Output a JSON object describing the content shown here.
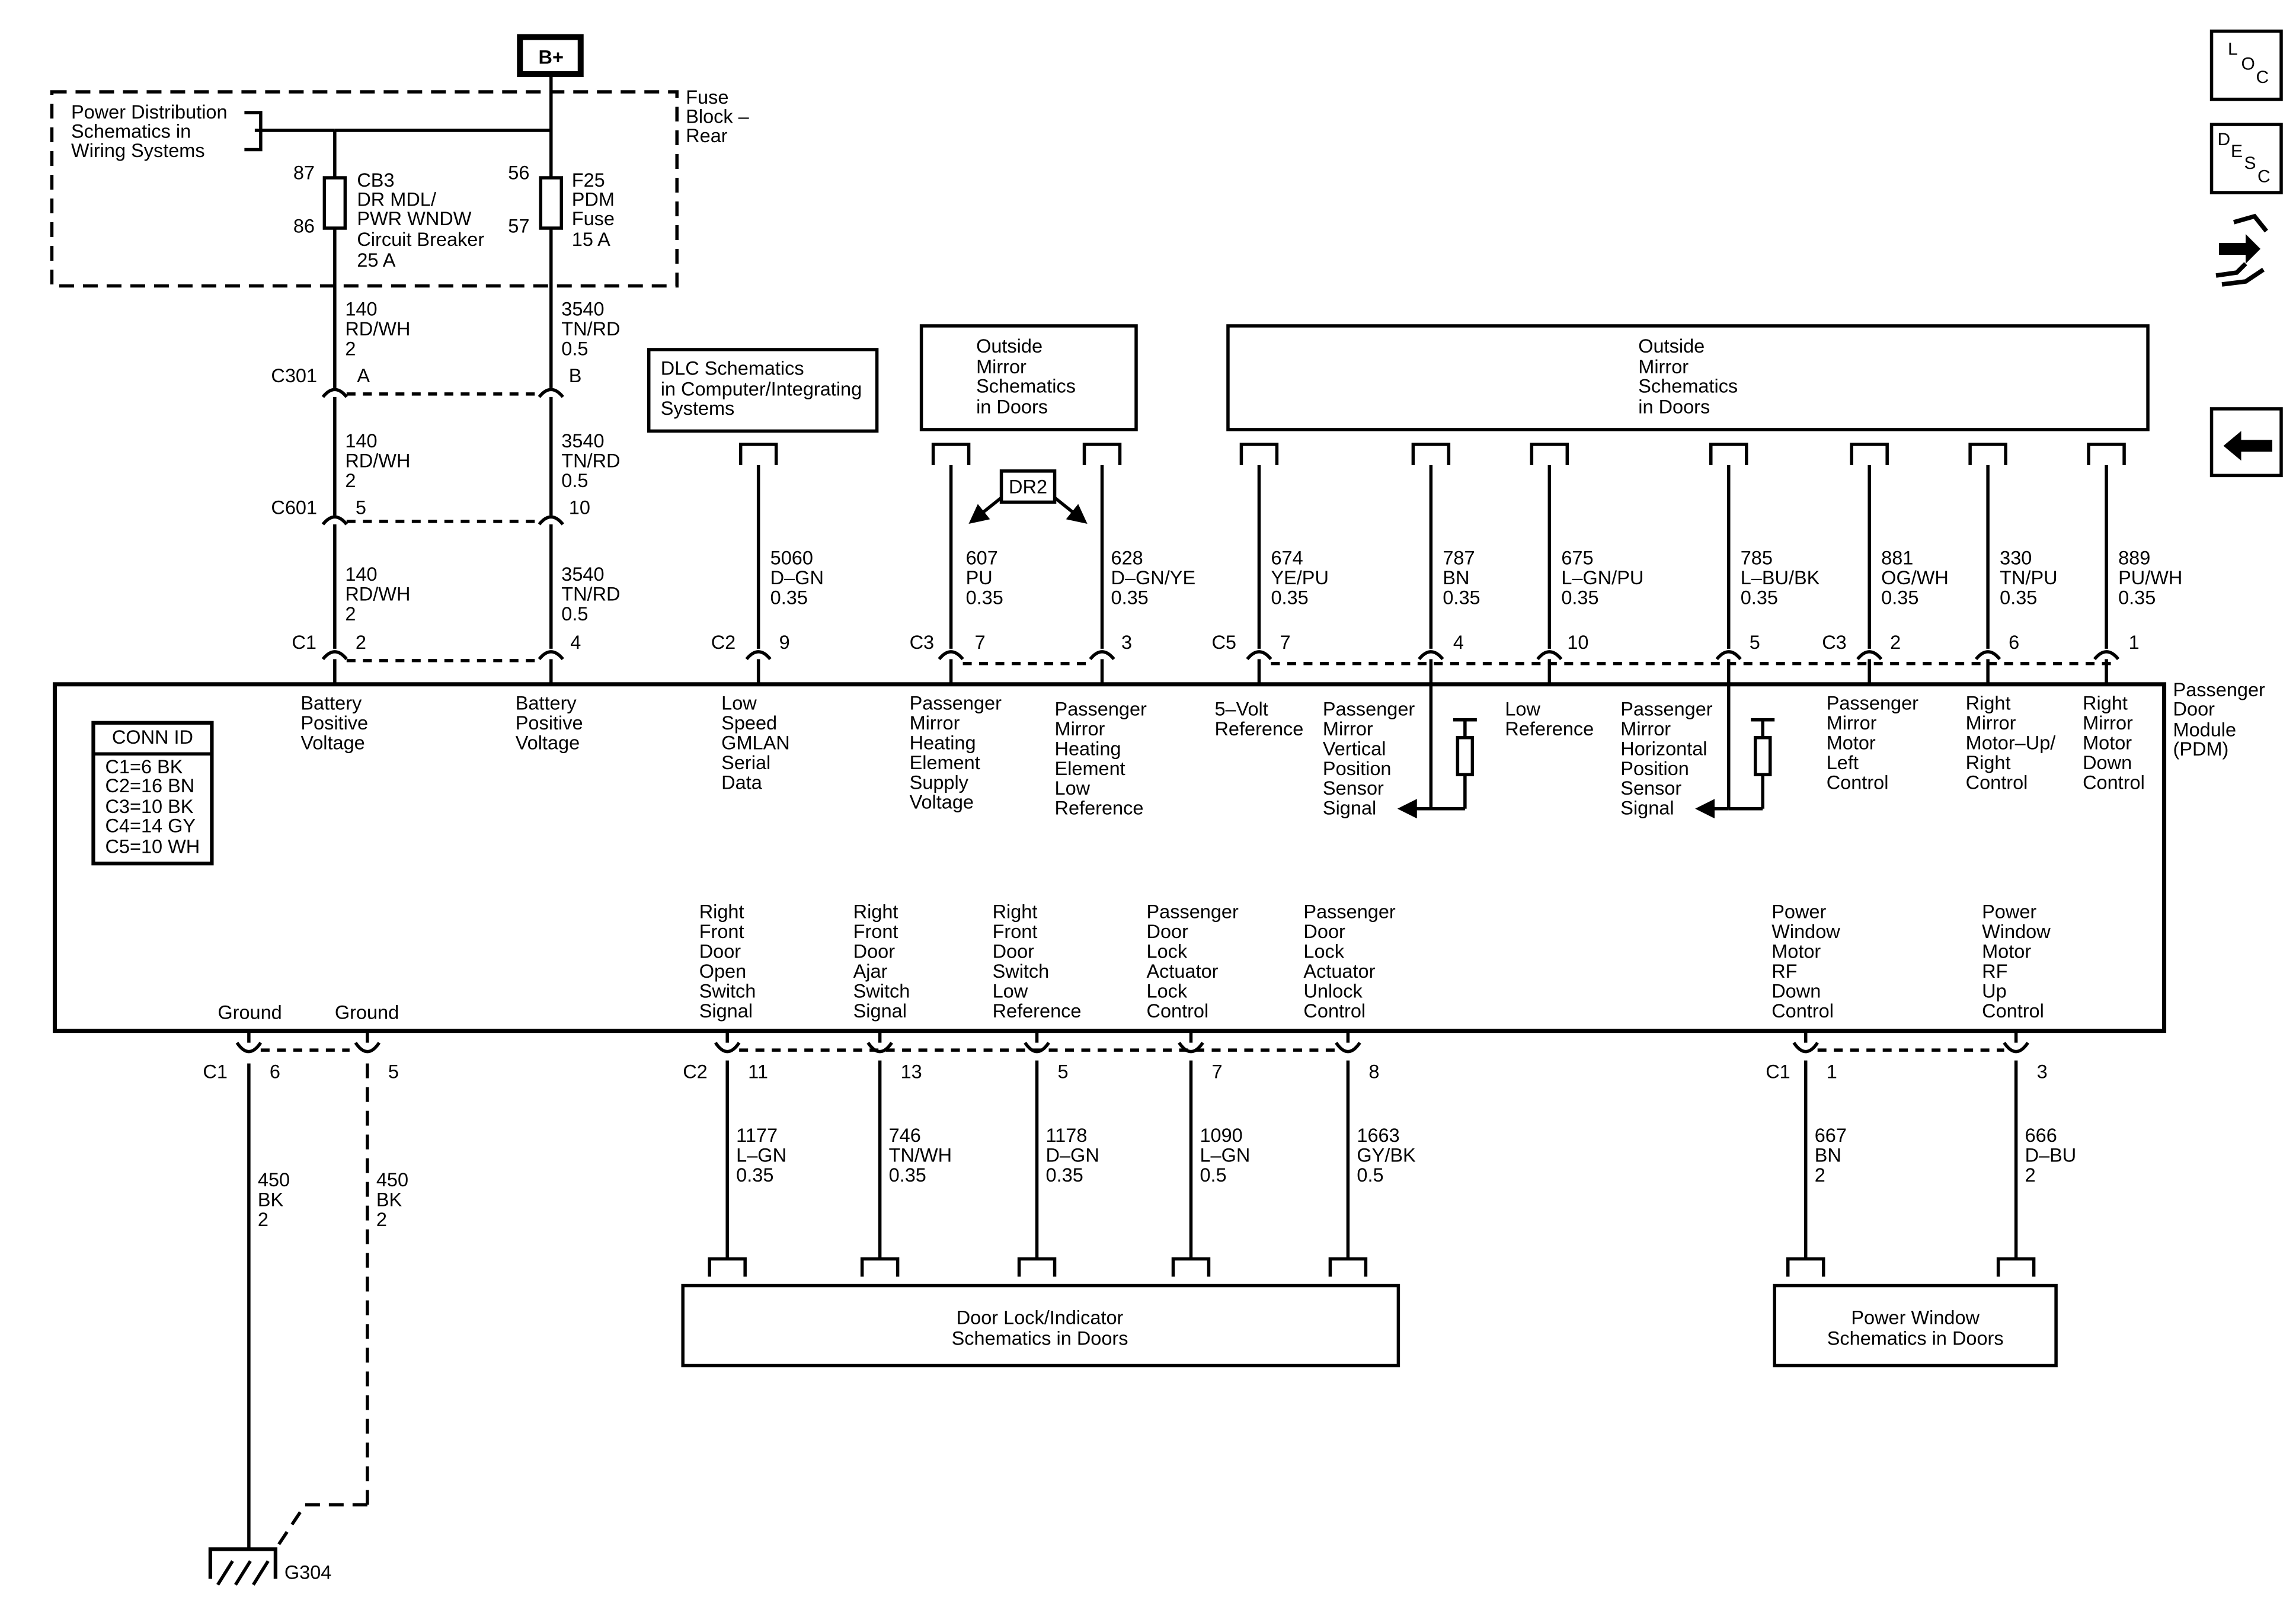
{
  "supply": {
    "bplus": "B+",
    "pd_ref": [
      "Power Distribution",
      "Schematics in",
      "Wiring Systems"
    ],
    "fuse_block": [
      "Fuse",
      "Block –",
      "Rear"
    ],
    "cb_pins": [
      "87",
      "86"
    ],
    "cb_label": [
      "CB3",
      "DR MDL/",
      "PWR WNDW",
      "Circuit Breaker",
      "25 A"
    ],
    "fuse_pins": [
      "56",
      "57"
    ],
    "fuse_label": [
      "F25",
      "PDM",
      "Fuse",
      "15 A"
    ]
  },
  "wires_left": [
    [
      "140",
      "RD/WH",
      "2"
    ],
    [
      "140",
      "RD/WH",
      "2"
    ],
    [
      "140",
      "RD/WH",
      "2"
    ]
  ],
  "wires_right": [
    [
      "3540",
      "TN/RD",
      "0.5"
    ],
    [
      "3540",
      "TN/RD",
      "0.5"
    ],
    [
      "3540",
      "TN/RD",
      "0.5"
    ]
  ],
  "connectors": {
    "c301": "C301",
    "c301_a": "A",
    "c301_b": "B",
    "c601": "C601",
    "c601_a": "5",
    "c601_b": "10",
    "c1": "C1",
    "c1_a": "2",
    "c1_b": "4",
    "c2": "C2",
    "c2_pin": "9",
    "c3": "C3",
    "c3_a": "7",
    "c3_b": "3",
    "c5": "C5",
    "c5_pins": [
      "7",
      "4",
      "10",
      "5"
    ],
    "c3r": "C3",
    "c3r_pins": [
      "2",
      "6",
      "1"
    ]
  },
  "refs": {
    "dlc": [
      "DLC Schematics",
      "in Computer/Integrating",
      "Systems"
    ],
    "mirror1": [
      "Outside",
      "Mirror",
      "Schematics",
      "in Doors"
    ],
    "mirror2": [
      "Outside",
      "Mirror",
      "Schematics",
      "in Doors"
    ],
    "doorlock": [
      "Door Lock/Indicator",
      "Schematics in Doors"
    ],
    "pwrwin": [
      "Power Window",
      "Schematics in Doors"
    ],
    "dr2": "DR2"
  },
  "top_wires": [
    [
      "5060",
      "D–GN",
      "0.35"
    ],
    [
      "607",
      "PU",
      "0.35"
    ],
    [
      "628",
      "D–GN/YE",
      "0.35"
    ],
    [
      "674",
      "YE/PU",
      "0.35"
    ],
    [
      "787",
      "BN",
      "0.35"
    ],
    [
      "675",
      "L–GN/PU",
      "0.35"
    ],
    [
      "785",
      "L–BU/BK",
      "0.35"
    ],
    [
      "881",
      "OG/WH",
      "0.35"
    ],
    [
      "330",
      "TN/PU",
      "0.35"
    ],
    [
      "889",
      "PU/WH",
      "0.35"
    ]
  ],
  "module": {
    "name": [
      "Passenger",
      "Door",
      "Module",
      "(PDM)"
    ],
    "conn_id_title": "CONN ID",
    "conn_id": [
      "C1=6 BK",
      "C2=16 BN",
      "C3=10 BK",
      "C4=14 GY",
      "C5=10 WH"
    ],
    "top_labels": [
      [
        "Battery",
        "Positive",
        "Voltage"
      ],
      [
        "Battery",
        "Positive",
        "Voltage"
      ],
      [
        "Low",
        "Speed",
        "GMLAN",
        "Serial",
        "Data"
      ],
      [
        "Passenger",
        "Mirror",
        "Heating",
        "Element",
        "Supply",
        "Voltage"
      ],
      [
        "Passenger",
        "Mirror",
        "Heating",
        "Element",
        "Low",
        "Reference"
      ],
      [
        "5–Volt",
        "Reference"
      ],
      [
        "Passenger",
        "Mirror",
        "Vertical",
        "Position",
        "Sensor",
        "Signal"
      ],
      [
        "Low",
        "Reference"
      ],
      [
        "Passenger",
        "Mirror",
        "Horizontal",
        "Position",
        "Sensor",
        "Signal"
      ],
      [
        "Passenger",
        "Mirror",
        "Motor",
        "Left",
        "Control"
      ],
      [
        "Right",
        "Mirror",
        "Motor–Up/",
        "Right",
        "Control"
      ],
      [
        "Right",
        "Mirror",
        "Motor",
        "Down",
        "Control"
      ]
    ],
    "bottom_labels": [
      [
        "Ground"
      ],
      [
        "Ground"
      ],
      [
        "Right",
        "Front",
        "Door",
        "Open",
        "Switch",
        "Signal"
      ],
      [
        "Right",
        "Front",
        "Door",
        "Ajar",
        "Switch",
        "Signal"
      ],
      [
        "Right",
        "Front",
        "Door",
        "Switch",
        "Low",
        "Reference"
      ],
      [
        "Passenger",
        "Door",
        "Lock",
        "Actuator",
        "Lock",
        "Control"
      ],
      [
        "Passenger",
        "Door",
        "Lock",
        "Actuator",
        "Unlock",
        "Control"
      ],
      [
        "Power",
        "Window",
        "Motor",
        "RF",
        "Down",
        "Control"
      ],
      [
        "Power",
        "Window",
        "Motor",
        "RF",
        "Up",
        "Control"
      ]
    ]
  },
  "bottom_conn": {
    "c1": "C1",
    "c1_pins": [
      "6",
      "5"
    ],
    "c2": "C2",
    "c2_pins": [
      "11",
      "13",
      "5",
      "7",
      "8"
    ],
    "c1r": "C1",
    "c1r_pins": [
      "1",
      "3"
    ]
  },
  "bottom_wires": [
    [
      "450",
      "BK",
      "2"
    ],
    [
      "450",
      "BK",
      "2"
    ],
    [
      "1177",
      "L–GN",
      "0.35"
    ],
    [
      "746",
      "TN/WH",
      "0.35"
    ],
    [
      "1178",
      "D–GN",
      "0.35"
    ],
    [
      "1090",
      "L–GN",
      "0.5"
    ],
    [
      "1663",
      "GY/BK",
      "0.5"
    ],
    [
      "667",
      "BN",
      "2"
    ],
    [
      "666",
      "D–BU",
      "2"
    ]
  ],
  "ground": "G304",
  "side_icons": {
    "loc": [
      "L",
      "O",
      "C"
    ],
    "desc": [
      "D",
      "E",
      "S",
      "C"
    ],
    "names": [
      "loc-icon",
      "desc-icon",
      "connector-tool-icon",
      "back-arrow-icon"
    ]
  }
}
